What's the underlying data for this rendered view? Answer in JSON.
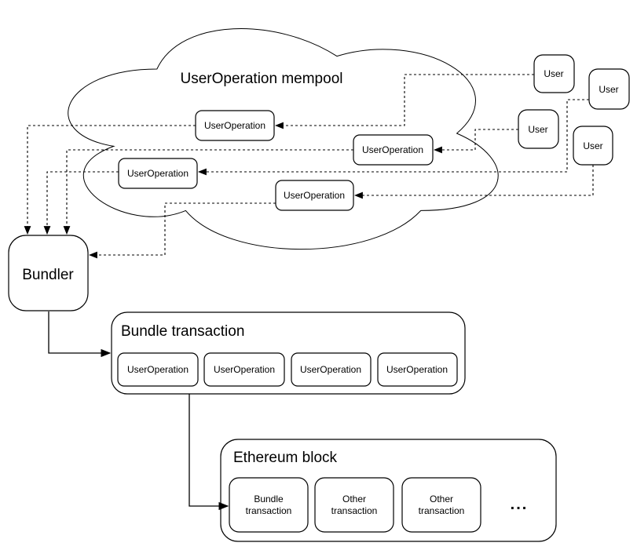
{
  "colors": {
    "stroke": "#000000",
    "fill": "#ffffff",
    "text": "#000000",
    "background": "#ffffff"
  },
  "mempool": {
    "title": "UserOperation mempool",
    "operations": [
      {
        "label": "UserOperation"
      },
      {
        "label": "UserOperation"
      },
      {
        "label": "UserOperation"
      },
      {
        "label": "UserOperation"
      }
    ]
  },
  "users": [
    {
      "label": "User"
    },
    {
      "label": "User"
    },
    {
      "label": "User"
    },
    {
      "label": "User"
    }
  ],
  "bundler": {
    "label": "Bundler"
  },
  "bundle_transaction": {
    "title": "Bundle transaction",
    "operations": [
      {
        "label": "UserOperation"
      },
      {
        "label": "UserOperation"
      },
      {
        "label": "UserOperation"
      },
      {
        "label": "UserOperation"
      }
    ]
  },
  "ethereum_block": {
    "title": "Ethereum block",
    "transactions": [
      {
        "line1": "Bundle",
        "line2": "transaction"
      },
      {
        "line1": "Other",
        "line2": "transaction"
      },
      {
        "line1": "Other",
        "line2": "transaction"
      }
    ],
    "ellipsis": "..."
  }
}
